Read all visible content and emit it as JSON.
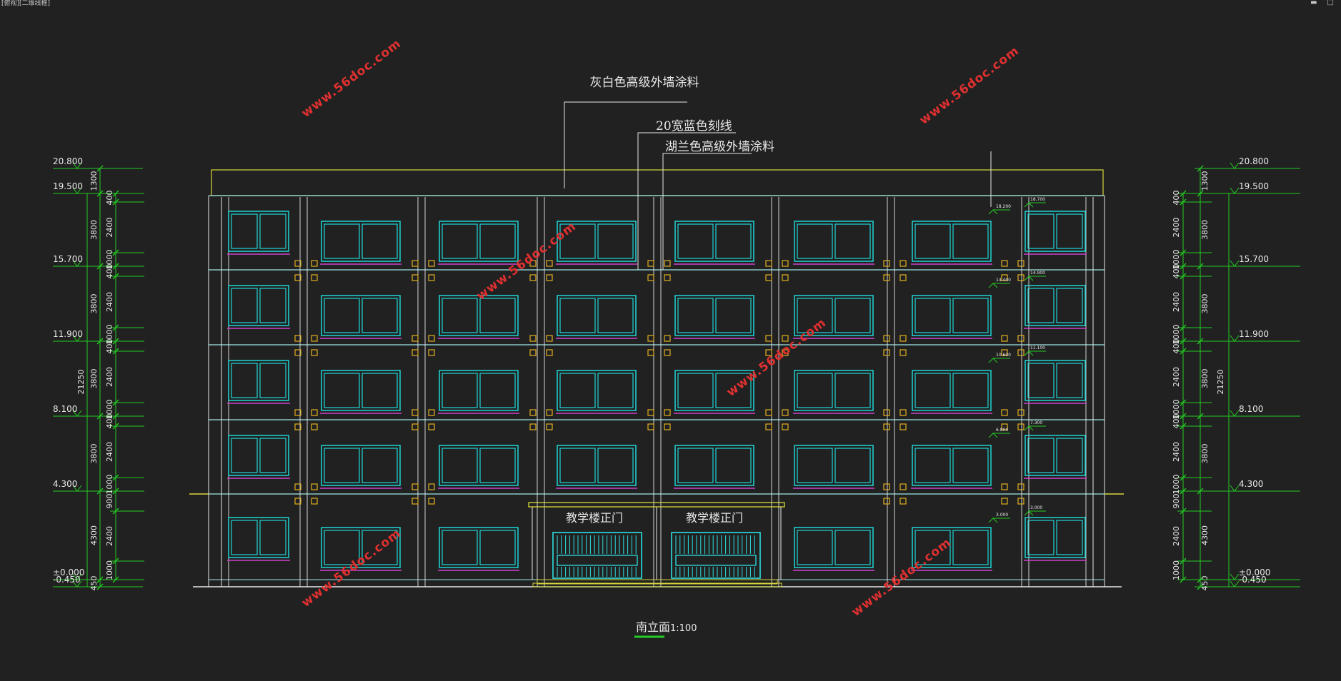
{
  "window": {
    "title": "[俯视][二维线框]",
    "minimize_icon": "minimize-icon",
    "maximize_icon": "maximize-icon"
  },
  "colors": {
    "background": "#212121",
    "window": "#1fd6d6",
    "wall_line": "#9fe6e6",
    "roof": "#d8d83a",
    "dim": "#22cc22",
    "sill": "#cc44cc",
    "block": "#e0b020",
    "label": "#e8e8e8",
    "watermark": "#e03030",
    "door": "#2ee0e0"
  },
  "labels": {
    "coating_grey": "灰白色高级外墙涂料",
    "line_blue": "20宽蓝色刻线",
    "coating_blue": "湖兰色高级外墙涂料",
    "door_left": "教学楼正门",
    "door_right": "教学楼正门",
    "view_name": "南立面",
    "scale": "1:100"
  },
  "watermark": "www.56doc.com",
  "elevations": {
    "left": [
      "20.800",
      "19.500",
      "15.700",
      "11.900",
      "8.100",
      "4.300",
      "±0.000",
      "-0.450"
    ],
    "right": [
      "20.800",
      "19.500",
      "15.700",
      "11.900",
      "8.100",
      "4.300",
      "±0.000",
      "-0.450"
    ]
  },
  "dims": {
    "left_inner": [
      "1300",
      "3800",
      "3800",
      "3800",
      "3800",
      "4300",
      "450"
    ],
    "left_outer": [
      "400",
      "2400",
      "1000",
      "400",
      "2400",
      "1000",
      "400",
      "2400",
      "1000",
      "400",
      "2400",
      "1000",
      "900",
      "2400",
      "1000"
    ],
    "right_inner": [
      "1300",
      "3800",
      "3800",
      "3800",
      "3800",
      "4300",
      "450"
    ],
    "right_outer": [
      "400",
      "2400",
      "1000",
      "400",
      "2400",
      "1000",
      "400",
      "2400",
      "1000",
      "400",
      "2400",
      "1000",
      "900",
      "2400",
      "1000"
    ],
    "total": "21250"
  },
  "small_elevations": [
    "18.700",
    "14.900",
    "11.100",
    "7.300",
    "3.000"
  ],
  "small_elevations_left": [
    "18.200",
    "14.400",
    "10.600",
    "6.800",
    "3.000"
  ]
}
